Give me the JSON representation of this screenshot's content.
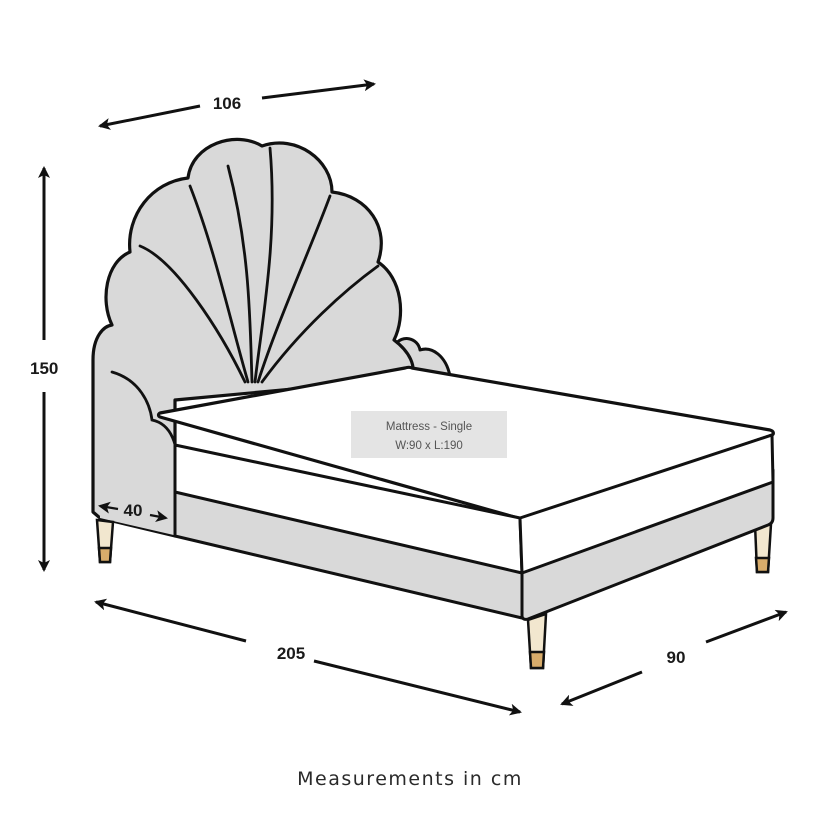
{
  "dimensions": {
    "headboard_width": "106",
    "total_height": "150",
    "leg_height": "40",
    "length": "205",
    "width": "90"
  },
  "mattress": {
    "title": "Mattress - Single",
    "size": "W:90 x L:190"
  },
  "caption": "Measurements in cm",
  "colors": {
    "upholstery": "#d9d9d9",
    "mattress": "#ffffff",
    "outline": "#111111",
    "leg_wood": "#f2e7cf",
    "leg_cap": "#d8ac6b",
    "label_box": "#e4e4e4"
  }
}
